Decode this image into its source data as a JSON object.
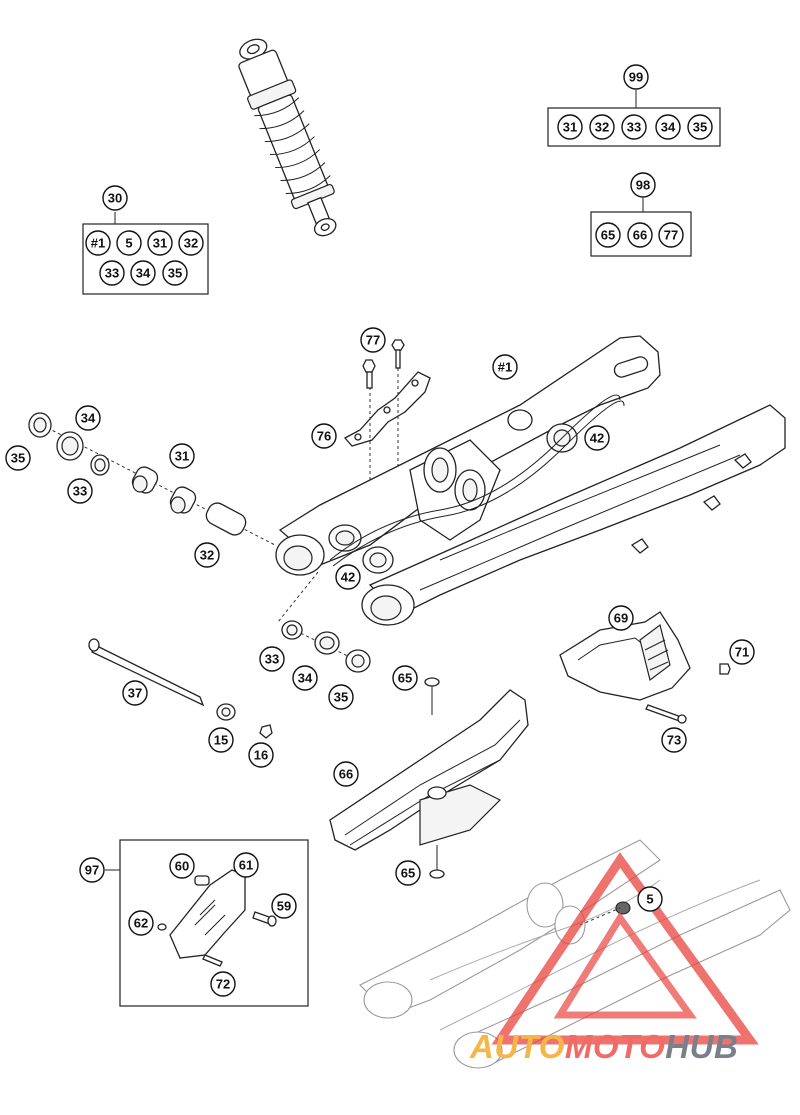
{
  "callouts": {
    "c99": "99",
    "c99_31": "31",
    "c99_32": "32",
    "c99_33": "33",
    "c99_34": "34",
    "c99_35": "35",
    "c30": "30",
    "c30_1": "#1",
    "c30_5": "5",
    "c30_31": "31",
    "c30_32": "32",
    "c30_33": "33",
    "c30_34": "34",
    "c30_35": "35",
    "c98": "98",
    "c98_65": "65",
    "c98_66": "66",
    "c98_77": "77",
    "c77": "77",
    "c1": "#1",
    "c76": "76",
    "c42a": "42",
    "c34a": "34",
    "c35a": "35",
    "c31": "31",
    "c33a": "33",
    "c32": "32",
    "c42b": "42",
    "c69": "69",
    "c71": "71",
    "c33b": "33",
    "c34b": "34",
    "c35b": "35",
    "c65a": "65",
    "c37": "37",
    "c15": "15",
    "c16": "16",
    "c73": "73",
    "c66": "66",
    "c97": "97",
    "c60": "60",
    "c61": "61",
    "c59": "59",
    "c62": "62",
    "c72": "72",
    "c65b": "65",
    "c5": "5"
  },
  "watermark": {
    "part1": "AUTO",
    "part2": "MOTO",
    "part3": "HUB"
  },
  "colors": {
    "line": "#222222",
    "watermark_triangle": "#e8443f",
    "watermark_auto": "#f5b547",
    "watermark_moto": "#ef6b66",
    "watermark_hub": "#7a7f8a"
  }
}
